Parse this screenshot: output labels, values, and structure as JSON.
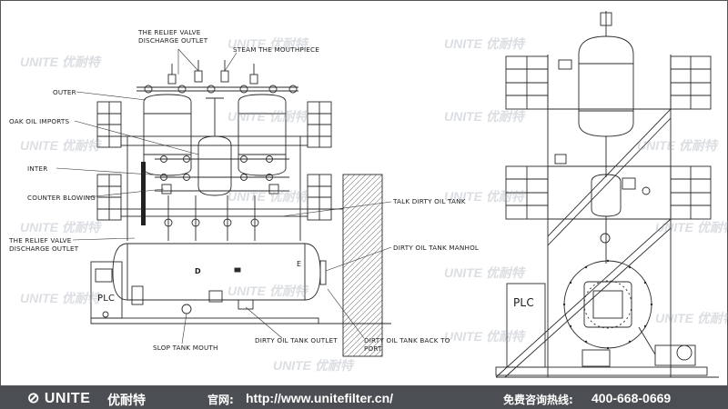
{
  "labels": {
    "relief_valve_top": "THE RELIEF VALVE",
    "relief_valve_top_2": "DISCHARGE OUTLET",
    "steam_mouthpiece": "STEAM THE MOUTHPIECE",
    "outer": "OUTER",
    "oak_oil_imports": "OAK OIL IMPORTS",
    "inter": "INTER",
    "counter_blowing": "COUNTER BLOWING",
    "relief_valve_bottom": "THE RELIEF VALVE",
    "relief_valve_bottom_2": "DISCHARGE OUTLET",
    "talk_dirty_oil_tank": "TALK DIRTY OIL TANK",
    "dirty_oil_tank_manhol": "DIRTY OIL TANK MANHOL",
    "slop_tank_mouth": "SLOP TANK MOUTH",
    "dirty_oil_tank_outlet": "DIRTY OIL TANK OUTLET",
    "dirty_oil_tank_back": "DIRTY OIL TANK BACK TO",
    "dirty_oil_tank_back_2": "PORT",
    "plc_left": "PLC",
    "plc_right": "PLC",
    "tank_letter_d": "D",
    "tank_letter_e": "E"
  },
  "watermark": {
    "brand": "UNITE",
    "brand_cn": "优耐特"
  },
  "footer": {
    "brand": "UNITE",
    "brand_cn": "优耐特",
    "site_label": "官网:",
    "site_url": "http://www.unitefilter.cn/",
    "hotline_label": "免费咨询热线:",
    "hotline_number": "400-668-0669"
  }
}
